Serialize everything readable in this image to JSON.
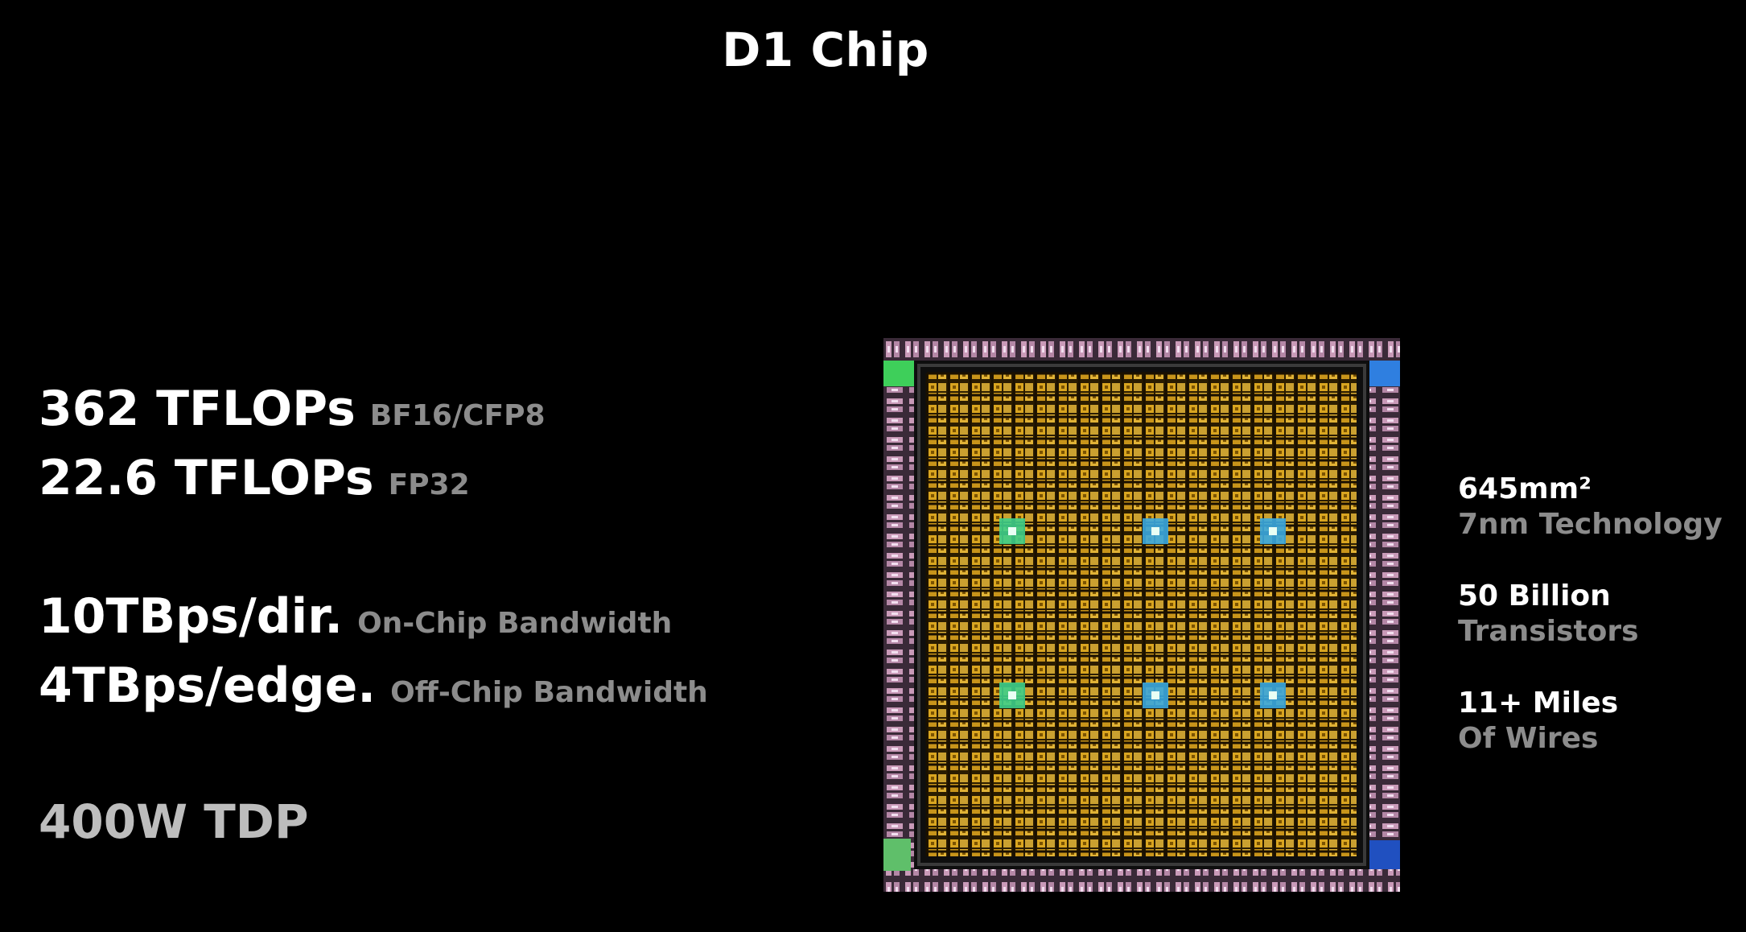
{
  "title": "D1 Chip",
  "specs": {
    "tflops_bf16": {
      "value": "362 TFLOPs",
      "qualifier": "BF16/CFP8"
    },
    "tflops_fp32": {
      "value": "22.6 TFLOPs",
      "qualifier": "FP32"
    },
    "on_chip": {
      "value": "10TBps/dir.",
      "qualifier": "On-Chip Bandwidth"
    },
    "off_chip": {
      "value": "4TBps/edge.",
      "qualifier": "Off-Chip Bandwidth"
    },
    "tdp": {
      "value": "400W TDP"
    }
  },
  "stats": {
    "area": {
      "value": "645mm²",
      "label": "7nm Technology"
    },
    "transistors": {
      "value": "50 Billion",
      "label": "Transistors"
    },
    "wires": {
      "value": "11+ Miles",
      "label": "Of Wires"
    }
  },
  "die_image": {
    "icon": "chip-die-image",
    "colors": {
      "core": "#d4a017",
      "core_dark": "#6b4a00",
      "io_ring": "#c99ab8",
      "corner_green": "#3ecf5a",
      "corner_blue": "#2f7fe0",
      "marker_green": "#3ecf8a",
      "marker_blue": "#3aa8e0"
    }
  }
}
